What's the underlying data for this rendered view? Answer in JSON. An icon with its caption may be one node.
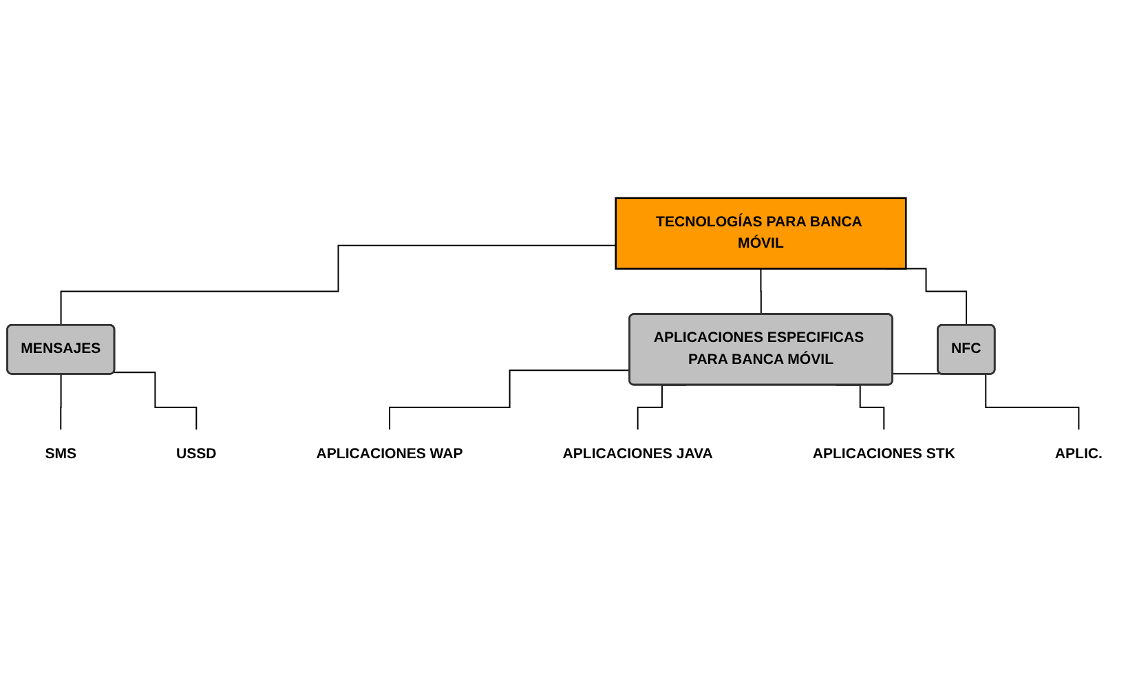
{
  "diagram": {
    "nodes": [
      {
        "text": [
          "TECNOLOGÍAS PARA BANCA MÓVIL"
        ]
      },
      {
        "text": [
          "MENSAJES"
        ]
      },
      {
        "text": [
          "APLICACIONES ESPECIFICAS PARA BANCA MÓVIL"
        ]
      },
      {
        "text": [
          "NFC"
        ]
      },
      {
        "text": [
          "SMS"
        ]
      },
      {
        "text": [
          "USSD"
        ]
      },
      {
        "text": [
          "APLICACIONES WAP"
        ]
      },
      {
        "text": [
          "APLICACIONES JAVA"
        ]
      },
      {
        "text": [
          "APLICACIONES STK"
        ]
      },
      {
        "text": [
          "APLIC."
        ]
      }
    ],
    "edges": [
      {
        "from": 0,
        "to": 1,
        "arrow": "none"
      },
      {
        "from": 0,
        "to": 2,
        "arrow": "none"
      },
      {
        "from": 0,
        "to": 3,
        "arrow": "none"
      },
      {
        "from": 1,
        "to": 4,
        "arrow": "none"
      },
      {
        "from": 1,
        "to": 5,
        "arrow": "none"
      },
      {
        "from": 2,
        "to": 6,
        "arrow": "none"
      },
      {
        "from": 2,
        "to": 7,
        "arrow": "none"
      },
      {
        "from": 2,
        "to": 8,
        "arrow": "none"
      },
      {
        "from": 2,
        "to": 9,
        "arrow": "none"
      }
    ]
  }
}
